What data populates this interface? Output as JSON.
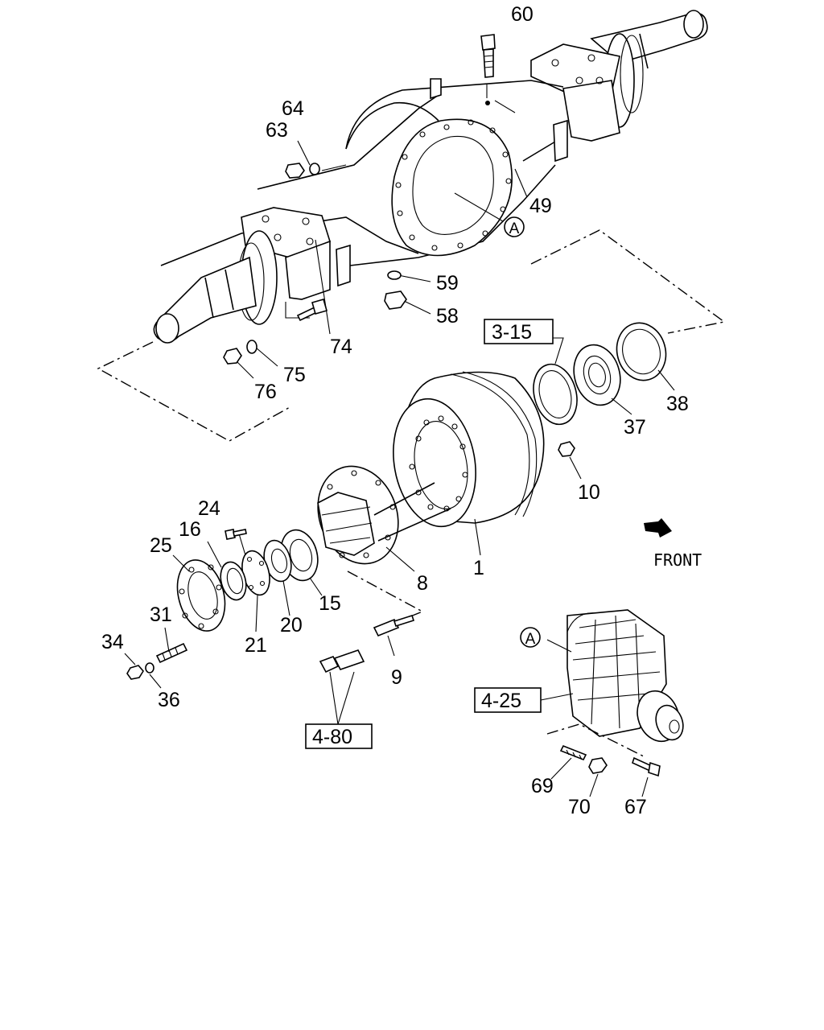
{
  "callouts": {
    "c60": "60",
    "c64": "64",
    "c63": "63",
    "c49": "49",
    "c59": "59",
    "c58": "58",
    "c74": "74",
    "c75": "75",
    "c76": "76",
    "c38": "38",
    "c37": "37",
    "c10": "10",
    "c1": "1",
    "c8": "8",
    "c15": "15",
    "c20": "20",
    "c21": "21",
    "c16": "16",
    "c24": "24",
    "c25": "25",
    "c31": "31",
    "c34": "34",
    "c36": "36",
    "c9": "9",
    "c69": "69",
    "c70": "70",
    "c67": "67"
  },
  "refs": {
    "r315": "3-15",
    "r480": "4-80",
    "r425": "4-25"
  },
  "circle_marks": {
    "a1": "A",
    "a2": "A"
  },
  "direction": {
    "label": "FRONT"
  }
}
